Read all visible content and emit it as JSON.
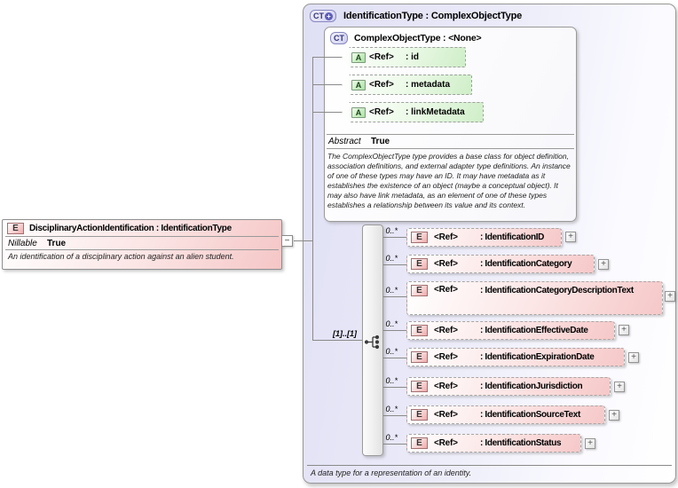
{
  "colors": {
    "element_pink": "#f6c6c6",
    "attribute_green": "#cfeec8",
    "type_lavender": "#e0e0f5",
    "connector_gray": "#8a8a8a"
  },
  "left_element": {
    "badge": "E",
    "title": "DisciplinaryActionIdentification : IdentificationType",
    "property_label": "Nillable",
    "property_value": "True",
    "description": "An identification of a disciplinary action against an alien student.",
    "collapse_glyph": "−"
  },
  "type_panel": {
    "badge": "CT",
    "badge_plus_glyph": "+",
    "title": "IdentificationType : ComplexObjectType",
    "footer_description": "A data type for a representation of an identity.",
    "base_type": {
      "badge": "CT",
      "title": "ComplexObjectType : <None>",
      "attributes": [
        {
          "badge": "A",
          "ref_label": "<Ref>",
          "name": ": id"
        },
        {
          "badge": "A",
          "ref_label": "<Ref>",
          "name": ": metadata"
        },
        {
          "badge": "A",
          "ref_label": "<Ref>",
          "name": ": linkMetadata"
        }
      ],
      "property_label": "Abstract",
      "property_value": "True",
      "description": "The ComplexObjectType type provides a base class for object definition, association definitions, and external adapter type definitions. An instance of one of these types may have an ID. It may have metadata as it establishes the existence of an object (maybe a conceptual object). It may also have link metadata, as an element of one of these types establishes a relationship between its value and its context."
    },
    "content_model": {
      "cardinality": "[1]..[1]",
      "elements": [
        {
          "badge": "E",
          "ref_label": "<Ref>",
          "name": ": IdentificationID",
          "occurrence": "0..*",
          "expand_glyph": "+"
        },
        {
          "badge": "E",
          "ref_label": "<Ref>",
          "name": ": IdentificationCategory",
          "occurrence": "0..*",
          "expand_glyph": "+"
        },
        {
          "badge": "E",
          "ref_label": "<Ref>",
          "name": ": IdentificationCategoryDescriptionText",
          "occurrence": "0..*",
          "expand_glyph": "+"
        },
        {
          "badge": "E",
          "ref_label": "<Ref>",
          "name": ": IdentificationEffectiveDate",
          "occurrence": "0..*",
          "expand_glyph": "+"
        },
        {
          "badge": "E",
          "ref_label": "<Ref>",
          "name": ": IdentificationExpirationDate",
          "occurrence": "0..*",
          "expand_glyph": "+"
        },
        {
          "badge": "E",
          "ref_label": "<Ref>",
          "name": ": IdentificationJurisdiction",
          "occurrence": "0..*",
          "expand_glyph": "+"
        },
        {
          "badge": "E",
          "ref_label": "<Ref>",
          "name": ": IdentificationSourceText",
          "occurrence": "0..*",
          "expand_glyph": "+"
        },
        {
          "badge": "E",
          "ref_label": "<Ref>",
          "name": ": IdentificationStatus",
          "occurrence": "0..*",
          "expand_glyph": "+"
        }
      ]
    }
  }
}
